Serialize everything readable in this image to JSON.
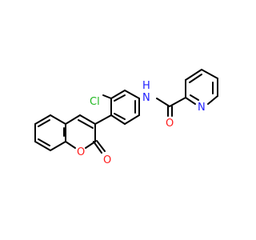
{
  "molecule": {
    "atom_labels": {
      "chlorine": "Cl",
      "amide_nitrogen": "N",
      "amide_hydrogen": "H",
      "pyridine_nitrogen": "N",
      "amide_oxygen": "O",
      "ring_oxygen": "O",
      "carbonyl_oxygen": "O"
    },
    "colors": {
      "carbon_bond": "#000000",
      "chlorine": "#1fb81f",
      "nitrogen": "#2020ff",
      "oxygen": "#ff1a1a",
      "background": "#ffffff"
    }
  }
}
